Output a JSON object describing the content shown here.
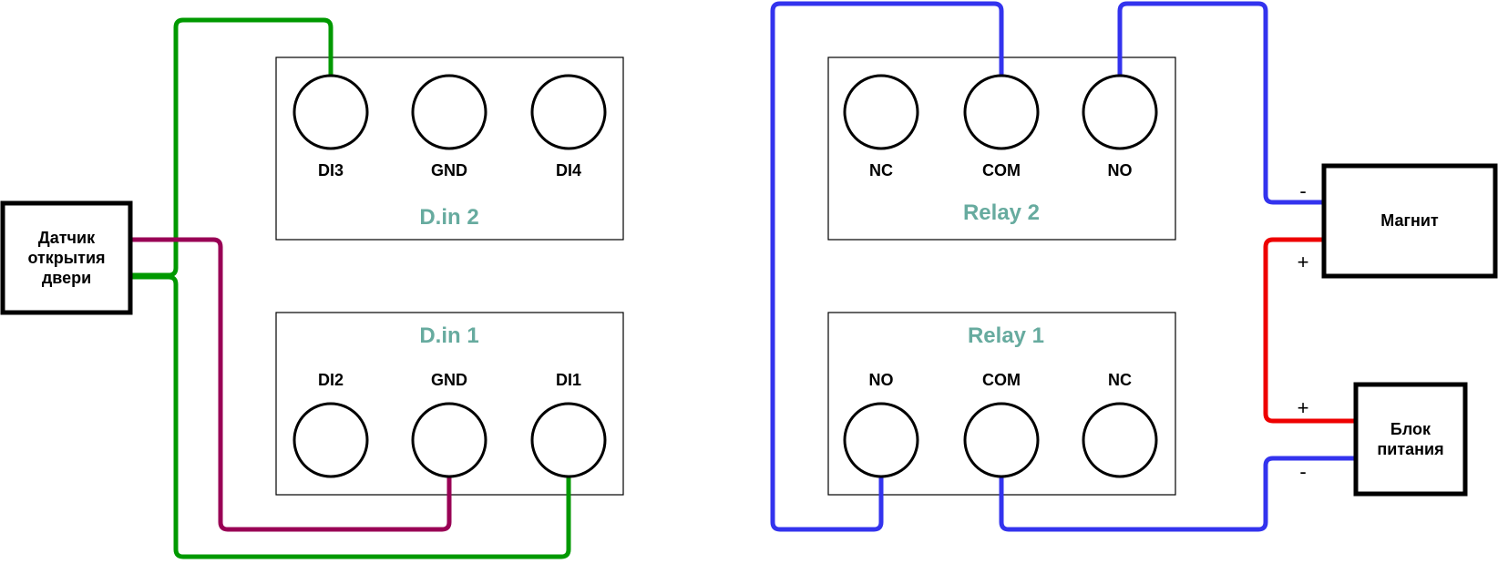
{
  "colors": {
    "title_text": "#67AB9F",
    "wire_green": "#009900",
    "wire_purple": "#990055",
    "wire_blue": "#3333EE",
    "wire_red": "#EE0000"
  },
  "sensor": {
    "line1": "Датчик",
    "line2": "открытия",
    "line3": "двери"
  },
  "din2": {
    "title": "D.in 2",
    "terminals": [
      "DI3",
      "GND",
      "DI4"
    ]
  },
  "din1": {
    "title": "D.in 1",
    "terminals": [
      "DI2",
      "GND",
      "DI1"
    ]
  },
  "relay2": {
    "title": "Relay 2",
    "terminals": [
      "NC",
      "COM",
      "NO"
    ]
  },
  "relay1": {
    "title": "Relay 1",
    "terminals": [
      "NO",
      "COM",
      "NC"
    ]
  },
  "magnet": {
    "label": "Магнит",
    "minus": "-",
    "plus": "+"
  },
  "psu": {
    "line1": "Блок",
    "line2": "питания",
    "plus": "+",
    "minus": "-"
  }
}
